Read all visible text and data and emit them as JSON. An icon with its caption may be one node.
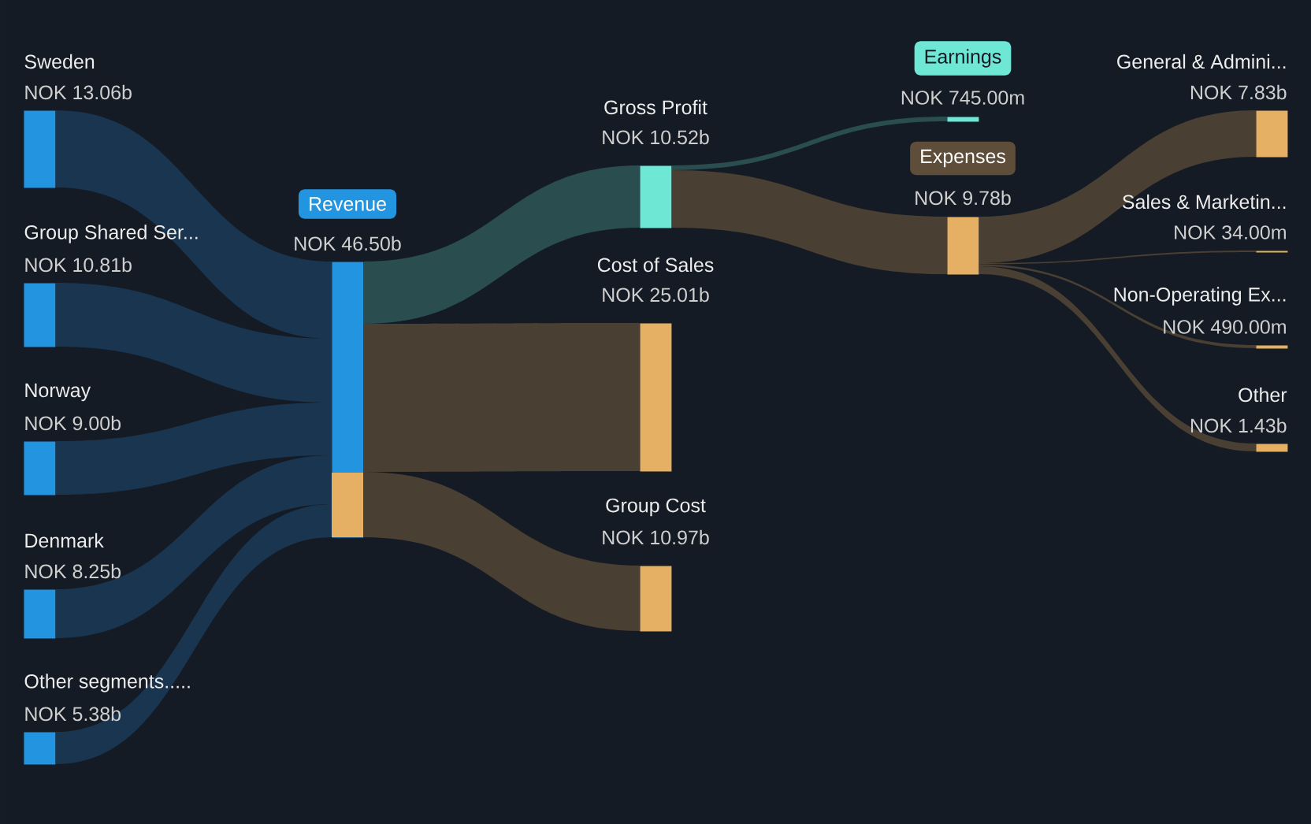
{
  "diagram": {
    "nodes": [
      {
        "text": [
          "Sweden",
          "NOK 13.06b"
        ]
      },
      {
        "text": [
          "Group Shared Ser...",
          "NOK 10.81b"
        ]
      },
      {
        "text": [
          "Norway",
          "NOK 9.00b"
        ]
      },
      {
        "text": [
          "Denmark",
          "NOK 8.25b"
        ]
      },
      {
        "text": [
          "Other segments.....",
          "NOK 5.38b"
        ]
      },
      {
        "text": [
          "Revenue",
          "NOK 46.50b"
        ]
      },
      {
        "text": [
          "Gross Profit",
          "NOK 10.52b"
        ]
      },
      {
        "text": [
          "Cost of Sales",
          "NOK 25.01b"
        ]
      },
      {
        "text": [
          "Group Cost",
          "NOK 10.97b"
        ]
      },
      {
        "text": [
          "Earnings",
          "NOK 745.00m"
        ]
      },
      {
        "text": [
          "Expenses",
          "NOK 9.78b"
        ]
      },
      {
        "text": [
          "General & Admini...",
          "NOK 7.83b"
        ]
      },
      {
        "text": [
          "Sales & Marketin...",
          "NOK 34.00m"
        ]
      },
      {
        "text": [
          "Non-Operating Ex...",
          "NOK 490.00m"
        ]
      },
      {
        "text": [
          "Other",
          "NOK 1.43b"
        ]
      }
    ],
    "edges": [
      {
        "from": 0,
        "to": 5,
        "arrow": "none",
        "color": "#1a3550"
      },
      {
        "from": 1,
        "to": 5,
        "arrow": "none",
        "color": "#1a3550"
      },
      {
        "from": 2,
        "to": 5,
        "arrow": "none",
        "color": "#1a3550"
      },
      {
        "from": 3,
        "to": 5,
        "arrow": "none",
        "color": "#1a3550"
      },
      {
        "from": 4,
        "to": 5,
        "arrow": "none",
        "color": "#1a3550"
      },
      {
        "from": 5,
        "to": 6,
        "arrow": "none",
        "color": "#2a4d50"
      },
      {
        "from": 5,
        "to": 7,
        "arrow": "none"
      },
      {
        "from": 5,
        "to": 8,
        "arrow": "none"
      },
      {
        "from": 6,
        "to": 9,
        "arrow": "none",
        "color": "#2a4d50"
      },
      {
        "from": 6,
        "to": 10,
        "arrow": "none"
      },
      {
        "from": 10,
        "to": 11,
        "arrow": "none"
      },
      {
        "from": 10,
        "to": 12,
        "arrow": "none"
      },
      {
        "from": 10,
        "to": 13,
        "arrow": "none"
      },
      {
        "from": 10,
        "to": 14,
        "arrow": "none"
      }
    ]
  }
}
